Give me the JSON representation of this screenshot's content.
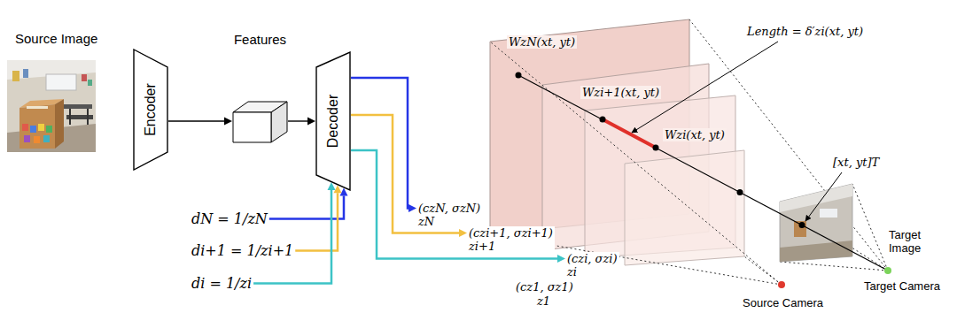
{
  "diagram": {
    "nodes": [
      {
        "text": [
          "Encoder"
        ]
      },
      {
        "text": [
          "Features"
        ]
      },
      {
        "text": [
          "Decoder"
        ]
      },
      {
        "text": [
          "dN = 1/zN"
        ]
      },
      {
        "text": [
          "di+1 = 1/zi+1"
        ]
      },
      {
        "text": [
          "di = 1/zi"
        ]
      },
      {
        "text": [
          "(czN, σzN)",
          "zN"
        ]
      },
      {
        "text": [
          "(czi+1, σzi+1)",
          "zi+1"
        ]
      },
      {
        "text": [
          "(czi, σzi)",
          "zi"
        ]
      }
    ],
    "edges": [
      {
        "from": 0,
        "to": 1,
        "arrow": "to"
      },
      {
        "from": 1,
        "to": 2,
        "arrow": "to"
      },
      {
        "from": 3,
        "to": 2,
        "arrow": "to"
      },
      {
        "from": 4,
        "to": 2,
        "arrow": "to"
      },
      {
        "from": 5,
        "to": 2,
        "arrow": "to"
      },
      {
        "from": 2,
        "to": 6,
        "arrow": "to"
      },
      {
        "from": 2,
        "to": 7,
        "arrow": "to"
      },
      {
        "from": 2,
        "to": 8,
        "arrow": "to"
      }
    ],
    "labels": [
      "Source Image",
      "WzN(xt, yt)",
      "Wzi+1(xt, yt)",
      "Wzi(xt, yt)",
      "Length = δ′zi(xt, yt)",
      "[xt, yt]T",
      "Target Image",
      "(cz1, σz1)",
      "z1",
      "Source Camera",
      "Target Camera"
    ]
  }
}
